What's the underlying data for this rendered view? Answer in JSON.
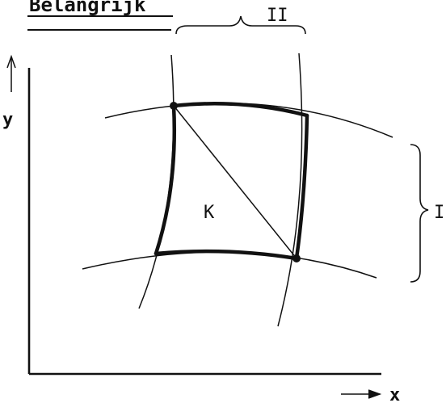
{
  "heading": "Belangrijk",
  "labels": {
    "y_axis": "y",
    "x_axis": "x",
    "region": "K",
    "bracket_horizontal": "II",
    "bracket_vertical": "I"
  },
  "colors": {
    "ink": "#111111",
    "paper": "#ffffff"
  }
}
